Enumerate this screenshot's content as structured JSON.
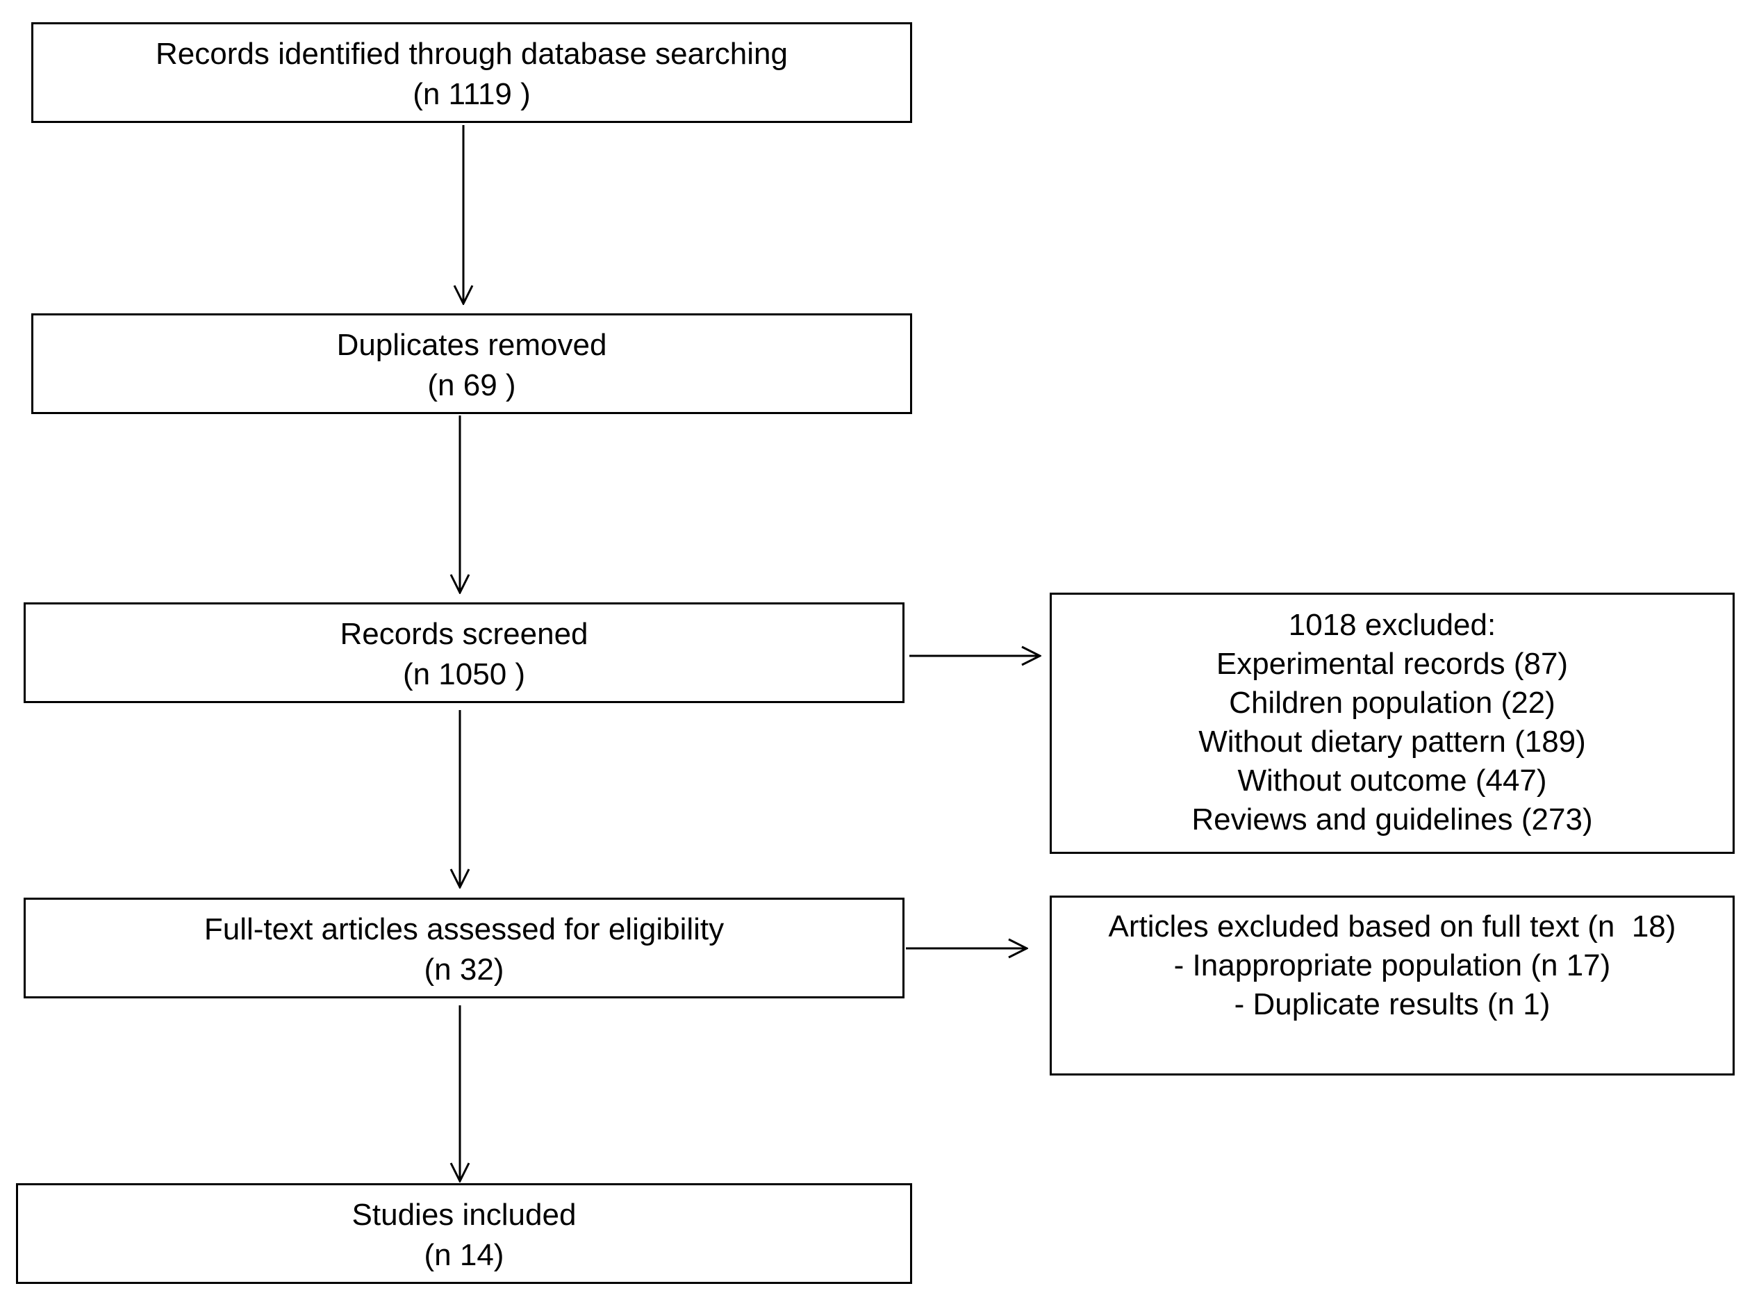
{
  "boxes": {
    "identified": {
      "line1": "Records identified through database searching",
      "line2": "(n 1119 )"
    },
    "duplicates": {
      "line1": "Duplicates removed",
      "line2": "(n 69 )"
    },
    "screened": {
      "line1": "Records screened",
      "line2": "(n 1050 )"
    },
    "fulltext": {
      "line1": "Full-text articles assessed for eligibility",
      "line2": "(n 32)"
    },
    "included": {
      "line1": "Studies included",
      "line2": "(n 14)"
    }
  },
  "exclusions": {
    "screening": {
      "title": "1018 excluded:",
      "items": [
        "Experimental records (87)",
        "Children population (22)",
        "Without dietary pattern (189)",
        "Without outcome (447)",
        "Reviews and guidelines (273)"
      ]
    },
    "fulltext": {
      "title": "Articles excluded based on full text (n  18)",
      "items": [
        "- Inappropriate population (n 17)",
        "- Duplicate results (n 1)"
      ]
    }
  },
  "colors": {
    "stroke": "#000000",
    "background": "#ffffff"
  }
}
